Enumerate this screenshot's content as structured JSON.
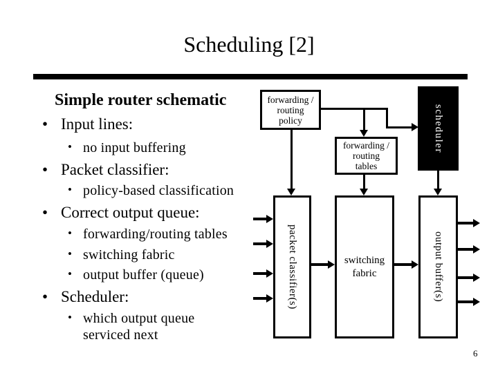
{
  "slide": {
    "title": "Scheduling [2]",
    "page_number": "6",
    "bullet_char": "•"
  },
  "content": {
    "heading": "Simple router schematic",
    "bullets": [
      {
        "level": 1,
        "text": "Input lines:"
      },
      {
        "level": 2,
        "text": "no input buffering"
      },
      {
        "level": 1,
        "text": "Packet classifier:"
      },
      {
        "level": 2,
        "text": "policy-based classification"
      },
      {
        "level": 1,
        "text": "Correct output queue:"
      },
      {
        "level": 2,
        "text": "forwarding/routing tables"
      },
      {
        "level": 2,
        "text": "switching fabric"
      },
      {
        "level": 2,
        "text": "output buffer (queue)"
      },
      {
        "level": 1,
        "text": "Scheduler:"
      },
      {
        "level": 2,
        "text": "which output queue serviced next"
      }
    ]
  },
  "diagram": {
    "policy_box": {
      "line1": "forwarding /",
      "line2": "routing",
      "line3": "policy"
    },
    "tables_box": {
      "line1": "forwarding /",
      "line2": "routing",
      "line3": "tables"
    },
    "scheduler_box": {
      "label": "scheduler"
    },
    "classifier_box": {
      "label": "packet classifier(s)"
    },
    "fabric_box": {
      "line1": "switching",
      "line2": "fabric"
    },
    "buffer_box": {
      "label": "output buffer(s)"
    }
  },
  "colors": {
    "ink": "#000000",
    "background": "#ffffff"
  }
}
